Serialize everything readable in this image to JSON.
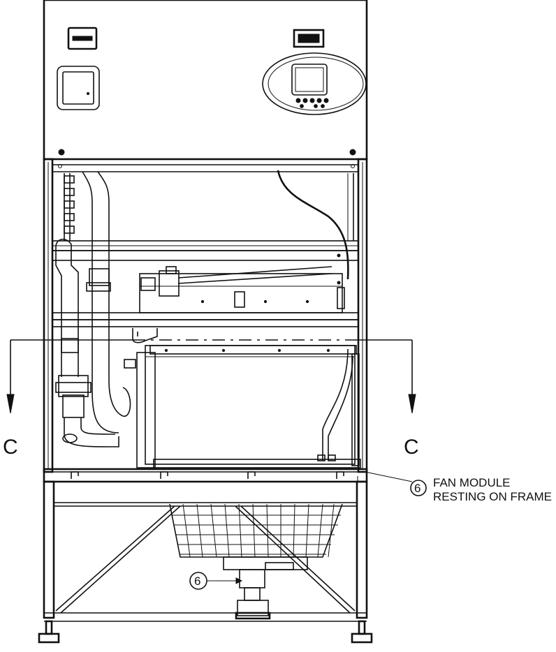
{
  "section_marks": {
    "left": "C",
    "right": "C"
  },
  "callouts": [
    {
      "number": "6",
      "lines": [
        "FAN MODULE",
        "RESTING ON FRAME"
      ]
    },
    {
      "number": "6"
    }
  ],
  "icons": {
    "top_left_badge": "nameplate-icon",
    "top_right_badge": "logo-badge-icon",
    "left_panel": "display-screen-icon",
    "right_controller": "control-panel-icon"
  }
}
